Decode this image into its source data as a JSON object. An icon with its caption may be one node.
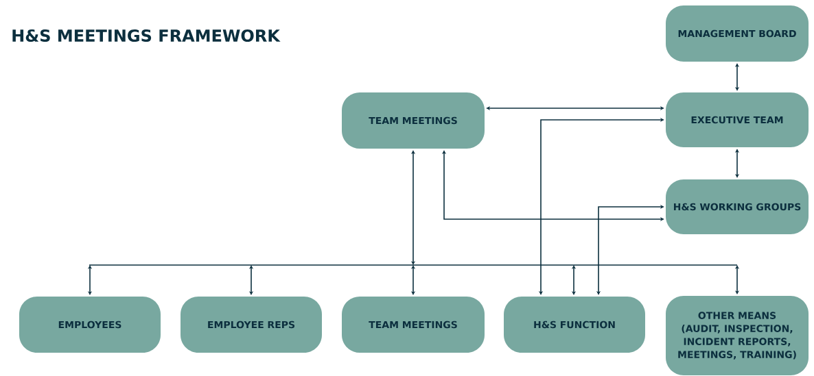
{
  "diagram": {
    "title": "H&S MEETINGS FRAMEWORK",
    "nodes": [
      {
        "text": [
          "MANAGEMENT BOARD"
        ]
      },
      {
        "text": [
          "TEAM MEETINGS"
        ]
      },
      {
        "text": [
          "EXECUTIVE TEAM"
        ]
      },
      {
        "text": [
          "H&S WORKING GROUPS"
        ]
      },
      {
        "text": [
          "EMPLOYEES"
        ]
      },
      {
        "text": [
          "EMPLOYEE REPS"
        ]
      },
      {
        "text": [
          "TEAM MEETINGS"
        ]
      },
      {
        "text": [
          "H&S FUNCTION"
        ]
      },
      {
        "text": [
          "OTHER MEANS (AUDIT, INSPECTION, INCIDENT REPORTS, MEETINGS, TRAINING)"
        ]
      }
    ],
    "edges": [
      {
        "from": 0,
        "to": 2,
        "arrow": "both"
      },
      {
        "from": 1,
        "to": 2,
        "arrow": "both"
      },
      {
        "from": 7,
        "to": 2,
        "arrow": "both"
      },
      {
        "from": 2,
        "to": 3,
        "arrow": "both"
      },
      {
        "from": 1,
        "to": 3,
        "arrow": "both"
      },
      {
        "from": 7,
        "to": 3,
        "arrow": "both"
      },
      {
        "from": 1,
        "to": 4,
        "arrow": "both"
      },
      {
        "from": 1,
        "to": 5,
        "arrow": "both"
      },
      {
        "from": 1,
        "to": 6,
        "arrow": "both"
      },
      {
        "from": 1,
        "to": 7,
        "arrow": "both"
      },
      {
        "from": 1,
        "to": 8,
        "arrow": "both"
      }
    ]
  }
}
